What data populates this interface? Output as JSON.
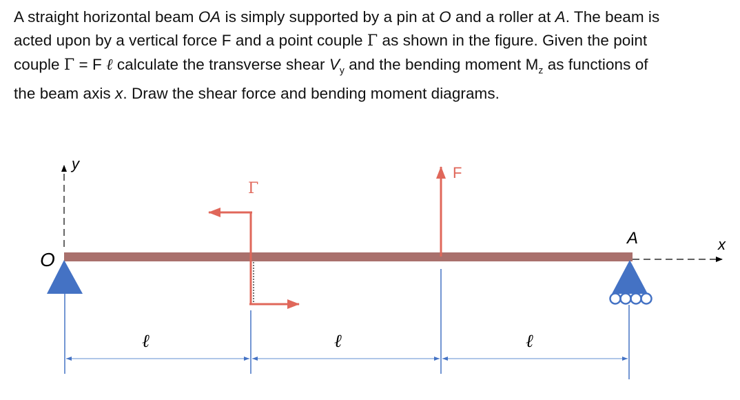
{
  "problem": {
    "line1_a": "A straight horizontal beam ",
    "line1_oa": "OA",
    "line1_b": " is simply supported by a pin at ",
    "line1_o": "O",
    "line1_c": " and a roller at ",
    "line1_a2": "A",
    "line1_d": ". The beam is",
    "line2_a": "acted upon by a vertical force F and a point couple ",
    "gamma": "Γ",
    "line2_b": " as shown in the figure. Given the point",
    "line3_a": "couple ",
    "line3_eq": " = F ",
    "ell": "ℓ",
    "line3_b": " calculate the transverse shear ",
    "vy": "V",
    "vy_sub": "y",
    "line3_c": " and the bending moment M",
    "mz_sub": "z",
    "line3_d": " as functions of",
    "line4_a": "the beam axis ",
    "x": "x",
    "line4_b": ". Draw the shear force and bending moment diagrams."
  },
  "figure": {
    "label_y": "y",
    "label_x": "x",
    "label_o": "O",
    "label_a": "A",
    "label_f": "F",
    "label_gamma": "Γ",
    "label_ell": "ℓ",
    "colors": {
      "beam": "#a9706c",
      "force": "#e0675a",
      "support": "#4472c4",
      "axis": "#000000"
    }
  }
}
